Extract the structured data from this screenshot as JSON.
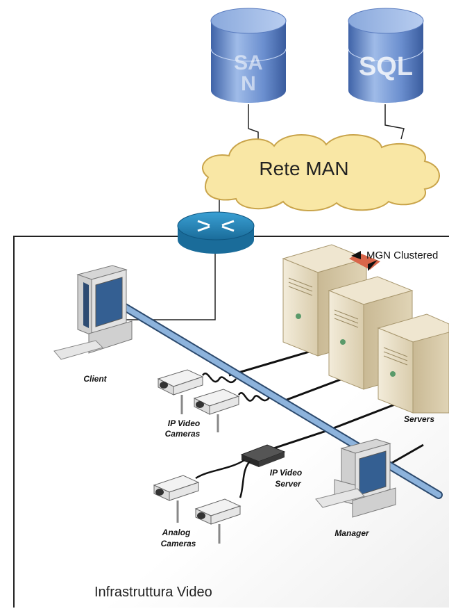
{
  "network": {
    "db_san_label_line1": "SA",
    "db_san_label_line2": "N",
    "db_sql_label": "SQL",
    "cloud_label": "Rete MAN",
    "mgn_label": "MGN Clustered",
    "client_label": "Client",
    "ip_cameras_label_line1": "IP Video",
    "ip_cameras_label_line2": "Cameras",
    "servers_label": "Servers",
    "ip_video_server_label_line1": "IP Video",
    "ip_video_server_label_line2": "Server",
    "analog_cameras_label_line1": "Analog",
    "analog_cameras_label_line2": "Cameras",
    "manager_label": "Manager",
    "infrastructure_label": "Infrastruttura Video"
  },
  "colors": {
    "db_blue": "#6b8fcf",
    "cloud_fill": "#f9e7a5",
    "router_blue": "#2a86b8",
    "backbone": "#7fa7d0",
    "server_beige": "#e7dcc2",
    "mgn_red": "#d9664a"
  }
}
